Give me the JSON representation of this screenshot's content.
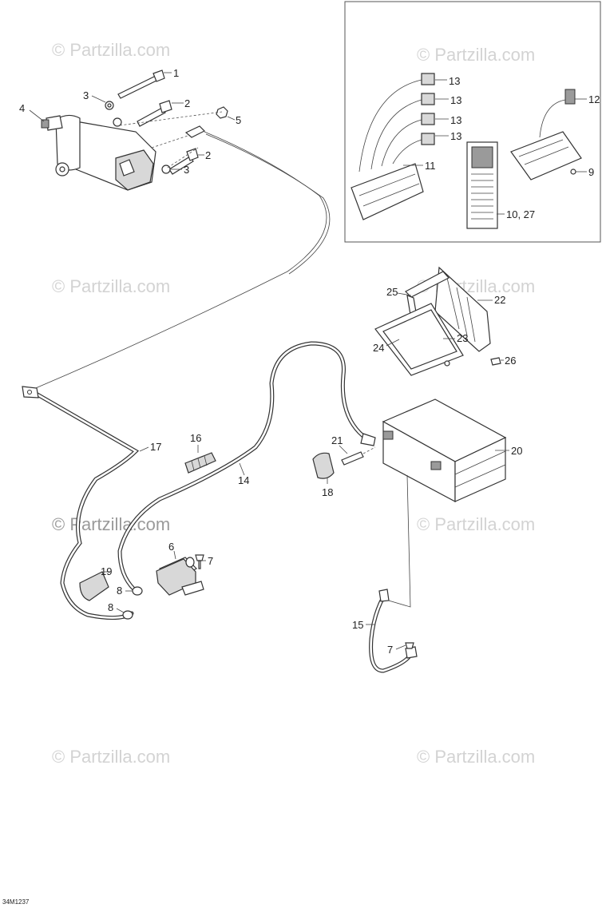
{
  "watermark": "© Partzilla.com",
  "diagram_code": "34M1237",
  "callouts": {
    "c1": "1",
    "c2a": "2",
    "c2b": "2",
    "c3a": "3",
    "c3b": "3",
    "c4": "4",
    "c5": "5",
    "c6": "6",
    "c7a": "7",
    "c7b": "7",
    "c8a": "8",
    "c8b": "8",
    "c9": "9",
    "c10": "10, 27",
    "c11": "11",
    "c12": "12",
    "c13a": "13",
    "c13b": "13",
    "c13c": "13",
    "c13d": "13",
    "c14": "14",
    "c15": "15",
    "c16": "16",
    "c17": "17",
    "c18": "18",
    "c19": "19",
    "c20": "20",
    "c21": "21",
    "c22": "22",
    "c23": "23",
    "c24": "24",
    "c25": "25",
    "c26": "26"
  }
}
